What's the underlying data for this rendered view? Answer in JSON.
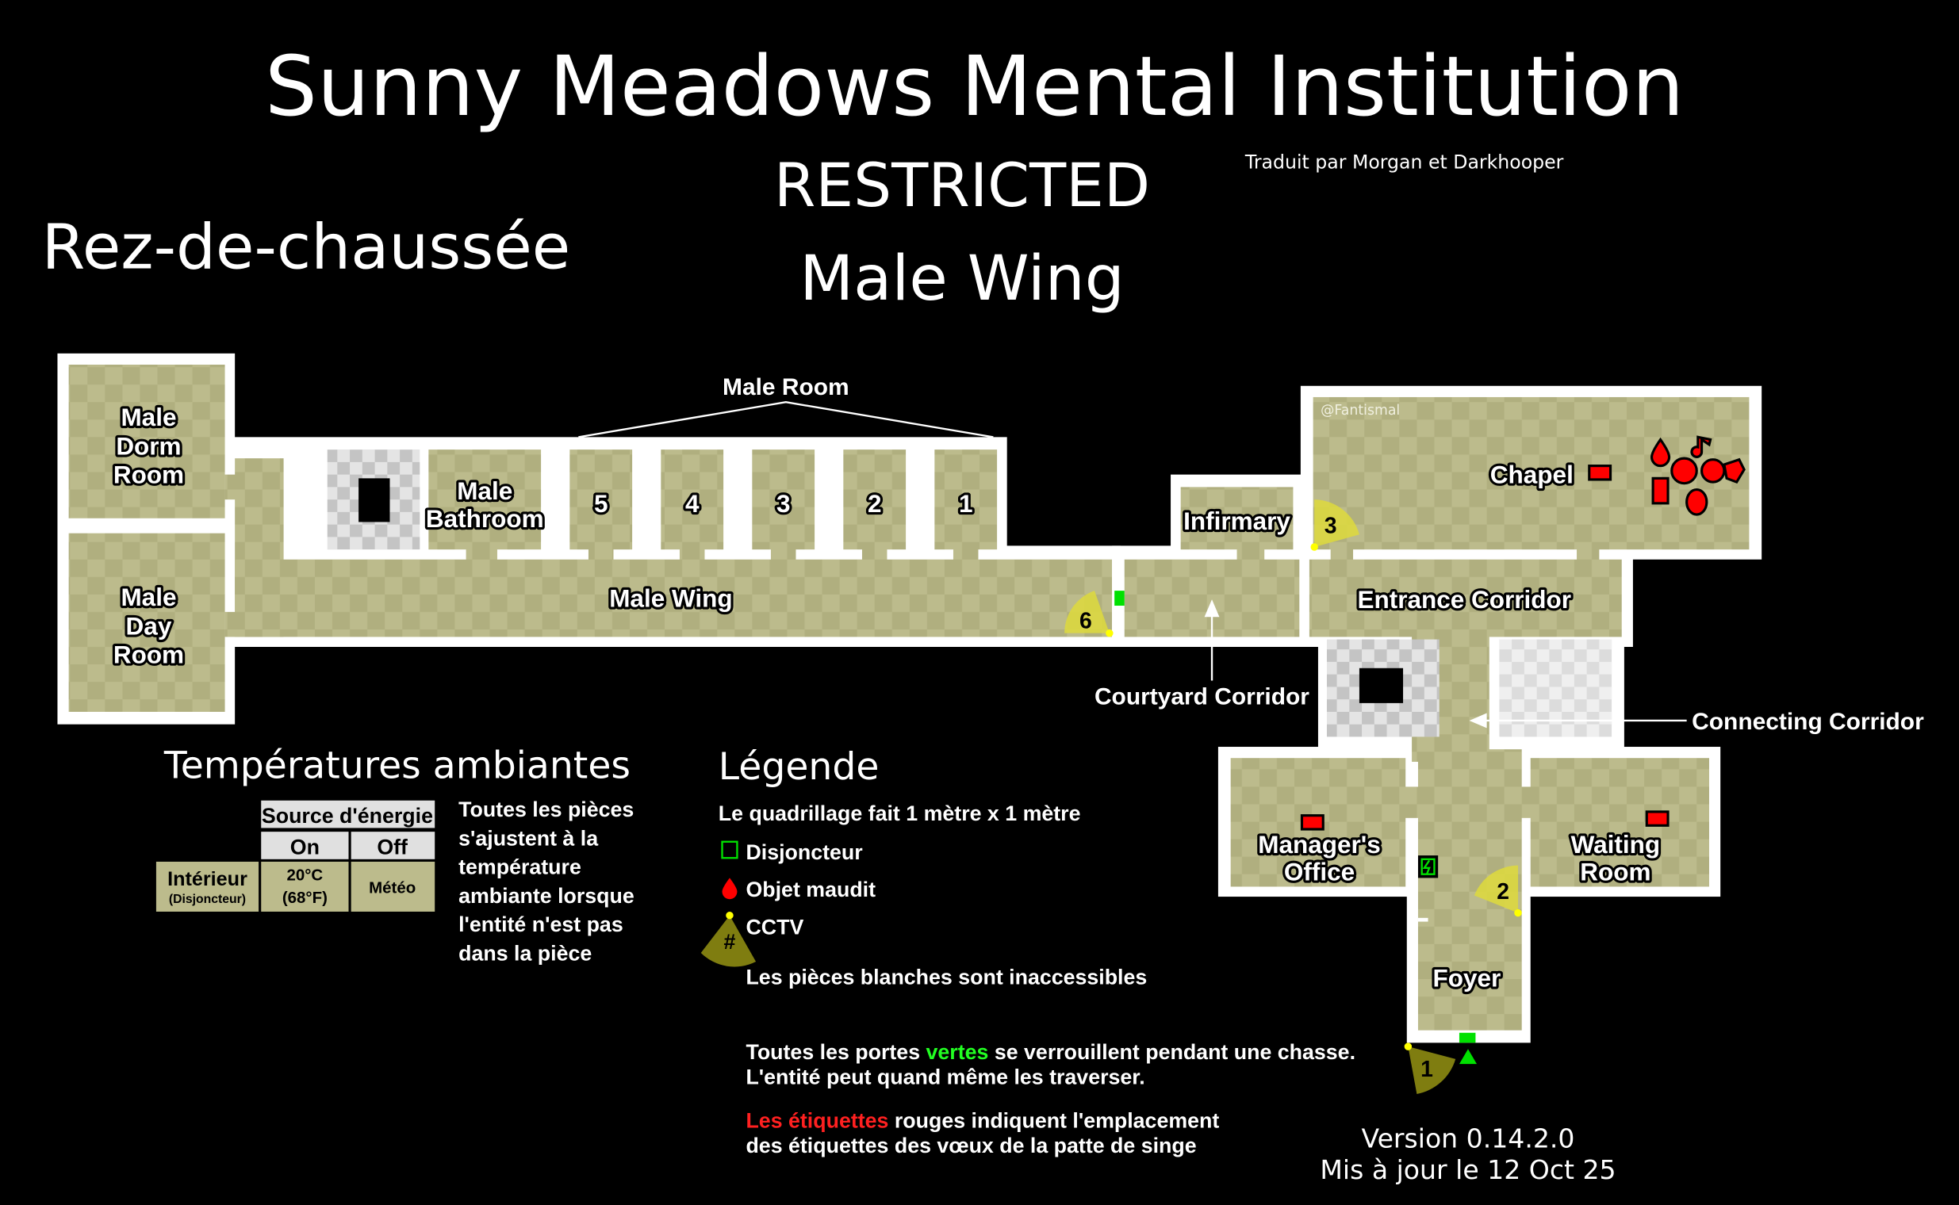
{
  "header": {
    "title": "Sunny Meadows Mental Institution",
    "restricted": "RESTRICTED",
    "wing": "Male Wing",
    "translator": "Traduit par Morgan et Darkhooper",
    "floor": "Rez-de-chaussée"
  },
  "map": {
    "watermark": "@Fantismal",
    "rooms": {
      "male_dorm": [
        "Male",
        "Dorm",
        "Room"
      ],
      "male_day": [
        "Male",
        "Day",
        "Room"
      ],
      "male_bathroom": [
        "Male",
        "Bathroom"
      ],
      "male_room_group": "Male Room",
      "male_room_numbers": [
        "5",
        "4",
        "3",
        "2",
        "1"
      ],
      "male_wing": "Male Wing",
      "infirmary": "Infirmary",
      "chapel": "Chapel",
      "entrance_corridor": "Entrance Corridor",
      "courtyard_corridor": "Courtyard Corridor",
      "connecting_corridor": "Connecting Corridor",
      "managers_office": [
        "Manager's",
        "Office"
      ],
      "waiting_room": [
        "Waiting",
        "Room"
      ],
      "foyer": "Foyer"
    },
    "cctv": [
      "6",
      "3",
      "2",
      "1"
    ],
    "colors": {
      "floor_a": "#bcbb8c",
      "floor_b": "#b0af7f",
      "cctv": "#dcd840",
      "cctv_outside": "#7f7d10",
      "breaker": "#00d000",
      "cursed": "#ff0000"
    }
  },
  "temperatures": {
    "title": "Températures ambiantes",
    "header": "Source d'énergie",
    "on": "On",
    "off": "Off",
    "row_label": "Intérieur",
    "row_sub": "(Disjoncteur)",
    "on_value_c": "20°C",
    "on_value_f": "(68°F)",
    "off_value": "Météo",
    "note": [
      "Toutes les pièces",
      "s'ajustent à la",
      "température",
      "ambiante lorsque",
      "l'entité n'est pas",
      "dans la pièce"
    ]
  },
  "legend": {
    "title": "Légende",
    "grid": "Le quadrillage fait 1 mètre x 1 mètre",
    "breaker": "Disjoncteur",
    "cursed": "Objet maudit",
    "cctv": "CCTV",
    "cctv_symbol": "#",
    "white_rooms": "Les pièces blanches sont inaccessibles",
    "doors_1a": "Toutes les portes ",
    "doors_1b": "vertes",
    "doors_1c": " se verrouillent pendant une chasse.",
    "doors_2": "L'entité peut quand même les traverser.",
    "tags_1a": "Les étiquettes",
    "tags_1b": " rouges indiquent l'emplacement",
    "tags_2": "des étiquettes des vœux de la patte de singe"
  },
  "footer": {
    "version": "Version 0.14.2.0",
    "updated": "Mis à jour le 12 Oct 25"
  }
}
